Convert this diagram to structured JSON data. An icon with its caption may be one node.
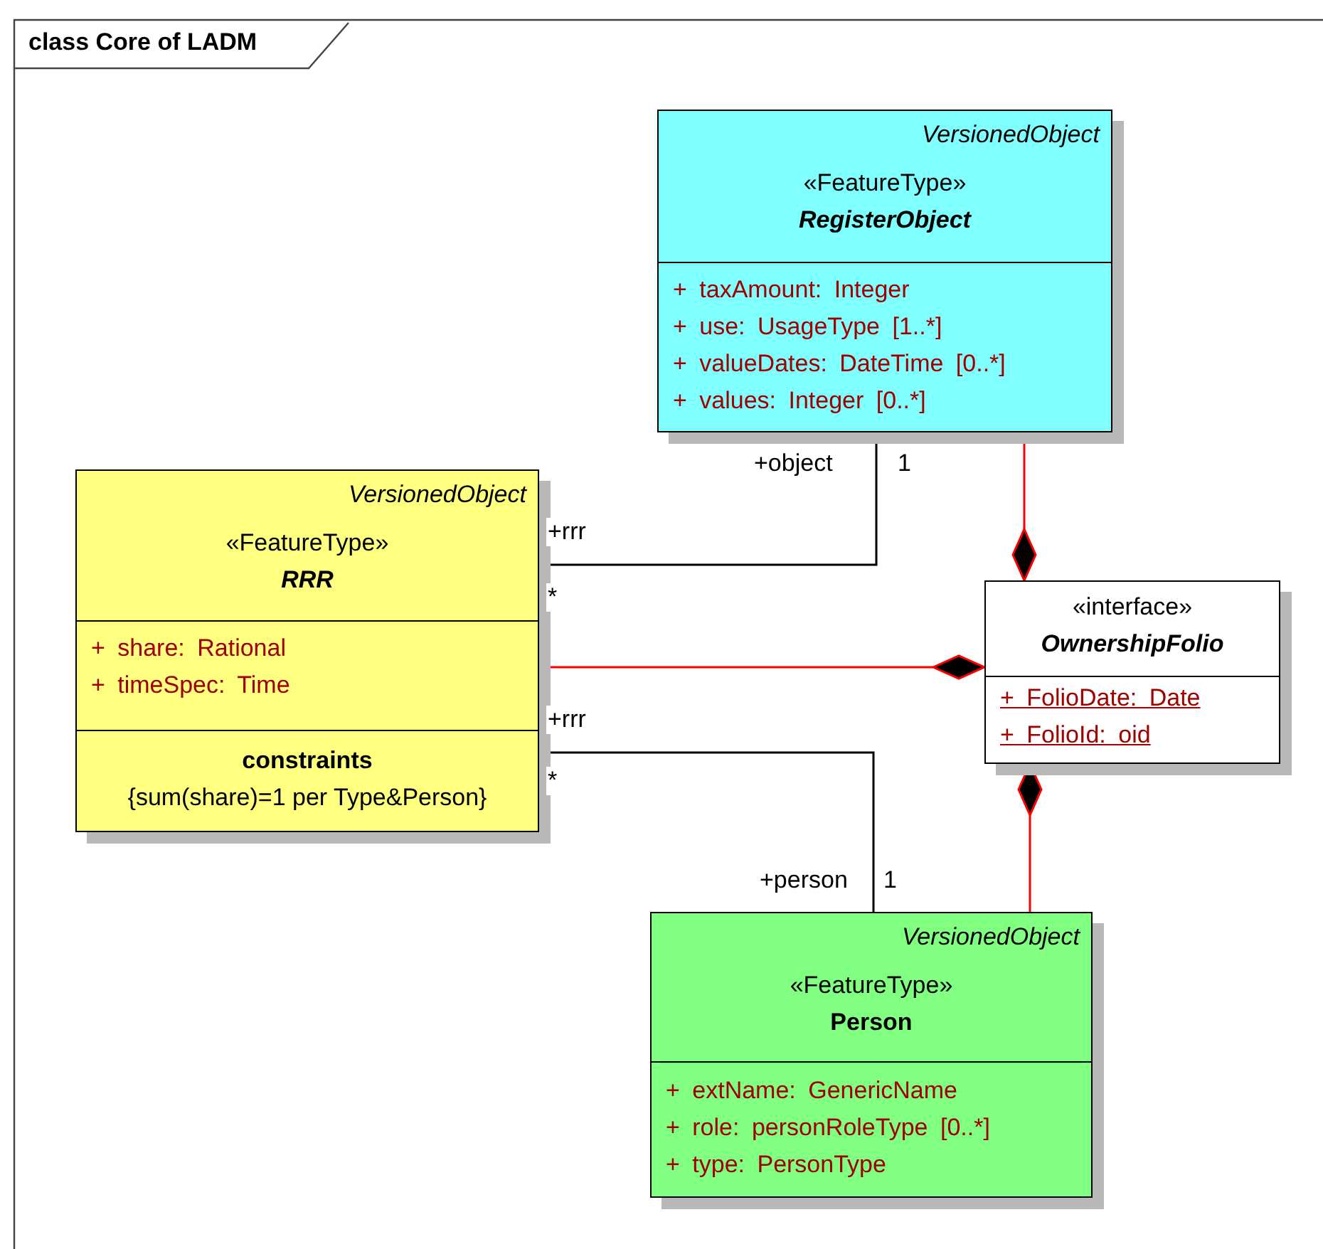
{
  "diagram": {
    "title": "class Core of LADM",
    "nodes": [
      {
        "text": [
          "VersionedObject",
          "«FeatureType»",
          "RegisterObject",
          "+ taxAmount: Integer",
          "+ use: UsageType [1..*]",
          "+ valueDates: DateTime [0..*]",
          "+ values: Integer [0..*]"
        ]
      },
      {
        "text": [
          "VersionedObject",
          "«FeatureType»",
          "RRR",
          "+ share: Rational",
          "+ timeSpec: Time",
          "constraints",
          "{sum(share)=1 per Type&Person}"
        ]
      },
      {
        "text": [
          "«interface»",
          "OwnershipFolio",
          "+ FolioDate: Date",
          "+ FolioId: oid"
        ]
      },
      {
        "text": [
          "VersionedObject",
          "«FeatureType»",
          "Person",
          "+ extName: GenericName",
          "+ role: personRoleType [0..*]",
          "+ type: PersonType"
        ]
      }
    ],
    "edges": [
      {
        "from": 1,
        "to": 0,
        "arrow": "none",
        "color": "#000000"
      },
      {
        "from": 1,
        "to": 3,
        "arrow": "none",
        "color": "#000000"
      },
      {
        "from": 0,
        "to": 2,
        "arrow": "other",
        "color": "#ff0000"
      },
      {
        "from": 1,
        "to": 2,
        "arrow": "other",
        "color": "#ff0000"
      },
      {
        "from": 3,
        "to": 2,
        "arrow": "other",
        "color": "#ff0000"
      }
    ],
    "labels": [
      "+object",
      "1",
      "+rrr",
      "*",
      "+rrr",
      "*",
      "+person",
      "1"
    ]
  }
}
